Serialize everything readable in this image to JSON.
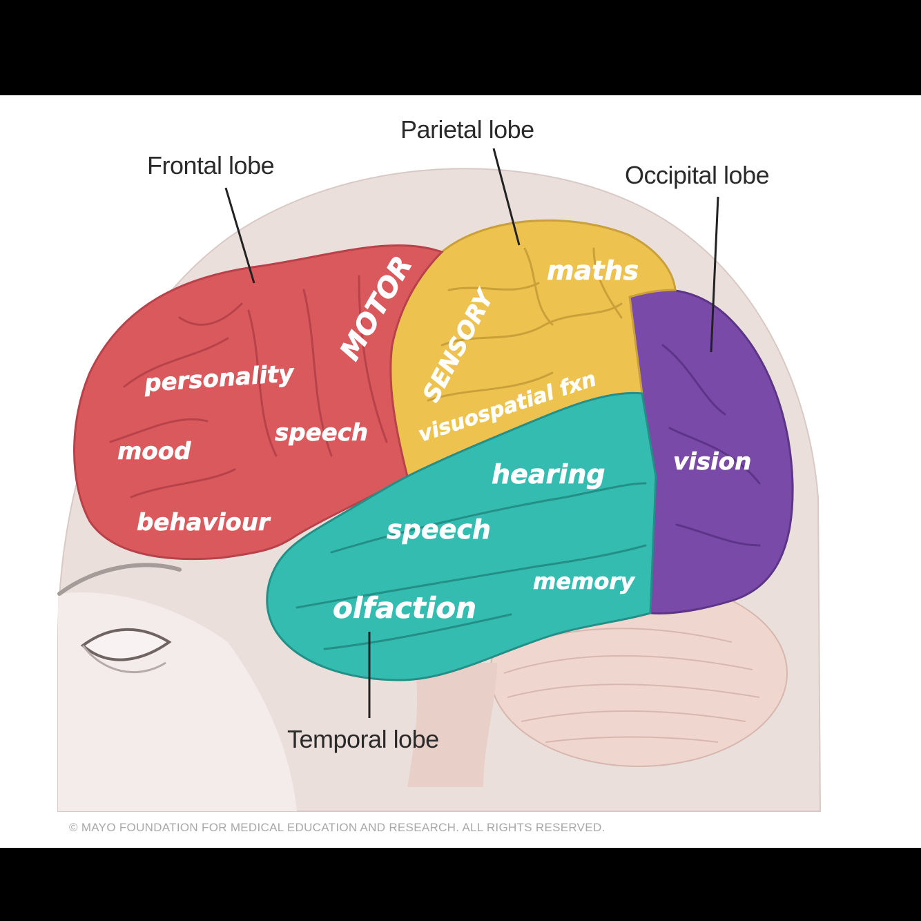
{
  "lobe_labels": {
    "frontal": "Frontal lobe",
    "parietal": "Parietal lobe",
    "occipital": "Occipital lobe",
    "temporal": "Temporal lobe"
  },
  "annotations": {
    "motor": "MOTOR",
    "sensory": "SENSORY",
    "maths": "maths",
    "personality": "personality",
    "visuospatial": "visuospatial fxn",
    "speech_frontal": "speech",
    "mood": "mood",
    "hearing": "hearing",
    "vision": "vision",
    "behaviour": "behaviour",
    "speech_temporal": "speech",
    "memory": "memory",
    "olfaction": "olfaction"
  },
  "copyright": "© MAYO FOUNDATION FOR MEDICAL EDUCATION AND RESEARCH. ALL RIGHTS RESERVED.",
  "colors": {
    "frontal": "#d9595d",
    "parietal": "#eec24f",
    "occipital": "#7a4aa8",
    "temporal": "#35bcb0",
    "cerebellum": "#ecd3cc",
    "head": "#e9dcd8",
    "background_bar": "#000000"
  }
}
